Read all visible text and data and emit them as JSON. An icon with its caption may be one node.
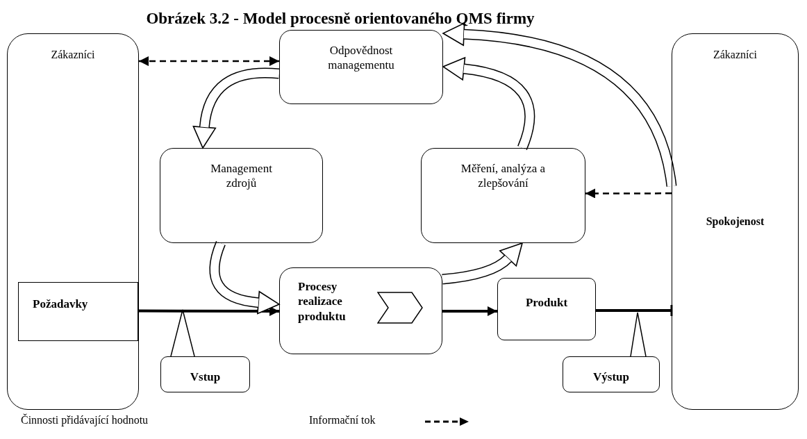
{
  "diagram": {
    "title": "Obrázek 3.2 - Model procesně orientovaného QMS firmy",
    "nodes": [
      {
        "text": [
          "Zákazníci"
        ]
      },
      {
        "text": [
          "Požadavky"
        ],
        "in": 0
      },
      {
        "text": [
          "Odpovědnost managementu"
        ]
      },
      {
        "text": [
          "Management zdrojů"
        ]
      },
      {
        "text": [
          "Měření, analýza a zlepšování"
        ]
      },
      {
        "text": [
          "Procesy realizace produktu"
        ]
      },
      {
        "text": [
          "Produkt"
        ]
      },
      {
        "text": [
          "Vstup"
        ]
      },
      {
        "text": [
          "Výstup"
        ]
      },
      {
        "text": [
          "Zákazníci",
          "Spokojenost"
        ]
      }
    ],
    "edges": [
      {
        "from": 0,
        "to": 2,
        "arrow": "both",
        "style": "dashed"
      },
      {
        "from": 9,
        "to": 4,
        "arrow": "to",
        "style": "dashed"
      },
      {
        "from": 1,
        "to": 5,
        "arrow": "to"
      },
      {
        "from": 5,
        "to": 6,
        "arrow": "to"
      },
      {
        "from": 6,
        "to": 9,
        "arrow": "other"
      },
      {
        "from": 2,
        "to": 3,
        "arrow": "to",
        "style": "thick"
      },
      {
        "from": 3,
        "to": 5,
        "arrow": "to",
        "style": "thick"
      },
      {
        "from": 5,
        "to": 4,
        "arrow": "to",
        "style": "thick"
      },
      {
        "from": 4,
        "to": 2,
        "arrow": "to",
        "style": "thick"
      },
      {
        "from": 9,
        "to": 2,
        "arrow": "to",
        "style": "thick"
      },
      {
        "from": 7,
        "to": null,
        "arrow": "none"
      },
      {
        "from": 8,
        "to": null,
        "arrow": "none"
      }
    ],
    "legend": [
      {
        "text": "Činnosti přidávající hodnotu"
      },
      {
        "text": "Informační tok"
      }
    ]
  }
}
